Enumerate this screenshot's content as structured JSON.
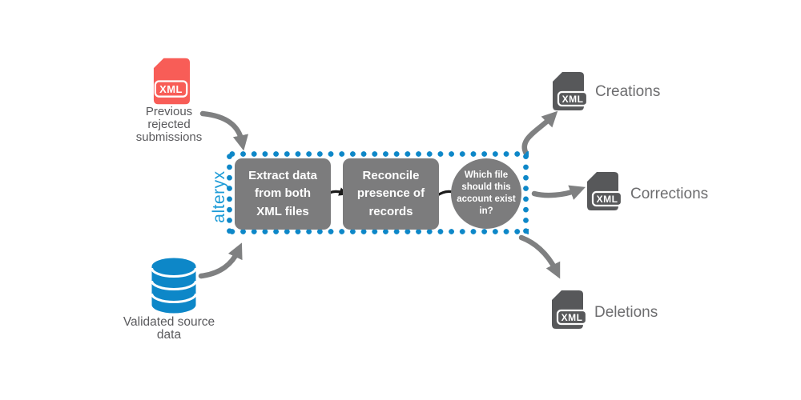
{
  "diagram": {
    "xml_badge": "XML",
    "engine_label": "alteryx",
    "inputs": [
      {
        "label": "Previous\nrejected\nsubmissions",
        "icon": "xml-file-icon-red"
      },
      {
        "label": "Validated source\ndata",
        "icon": "database-icon"
      }
    ],
    "steps": [
      {
        "label": "Extract data\nfrom both\nXML files"
      },
      {
        "label": "Reconcile\npresence of\nrecords"
      }
    ],
    "decision": {
      "label": "Which file\nshould this\naccount exist\nin?"
    },
    "outputs": [
      {
        "label": "Creations",
        "icon": "xml-file-icon-dark"
      },
      {
        "label": "Corrections",
        "icon": "xml-file-icon-dark"
      },
      {
        "label": "Deletions",
        "icon": "xml-file-icon-dark"
      }
    ],
    "colors": {
      "dot_blue": "#0d87c8",
      "alteryx_blue": "#1d9bd7",
      "database_blue": "#0d87c8",
      "file_red": "#f85d57",
      "file_dark": "#57585a",
      "box_gray": "#7c7c7d",
      "arrow_gray": "#7f8081",
      "arrow_black": "#1b1b1b",
      "caption_dark": "#5a5a5d",
      "caption_gray": "#6d6d6f"
    }
  }
}
